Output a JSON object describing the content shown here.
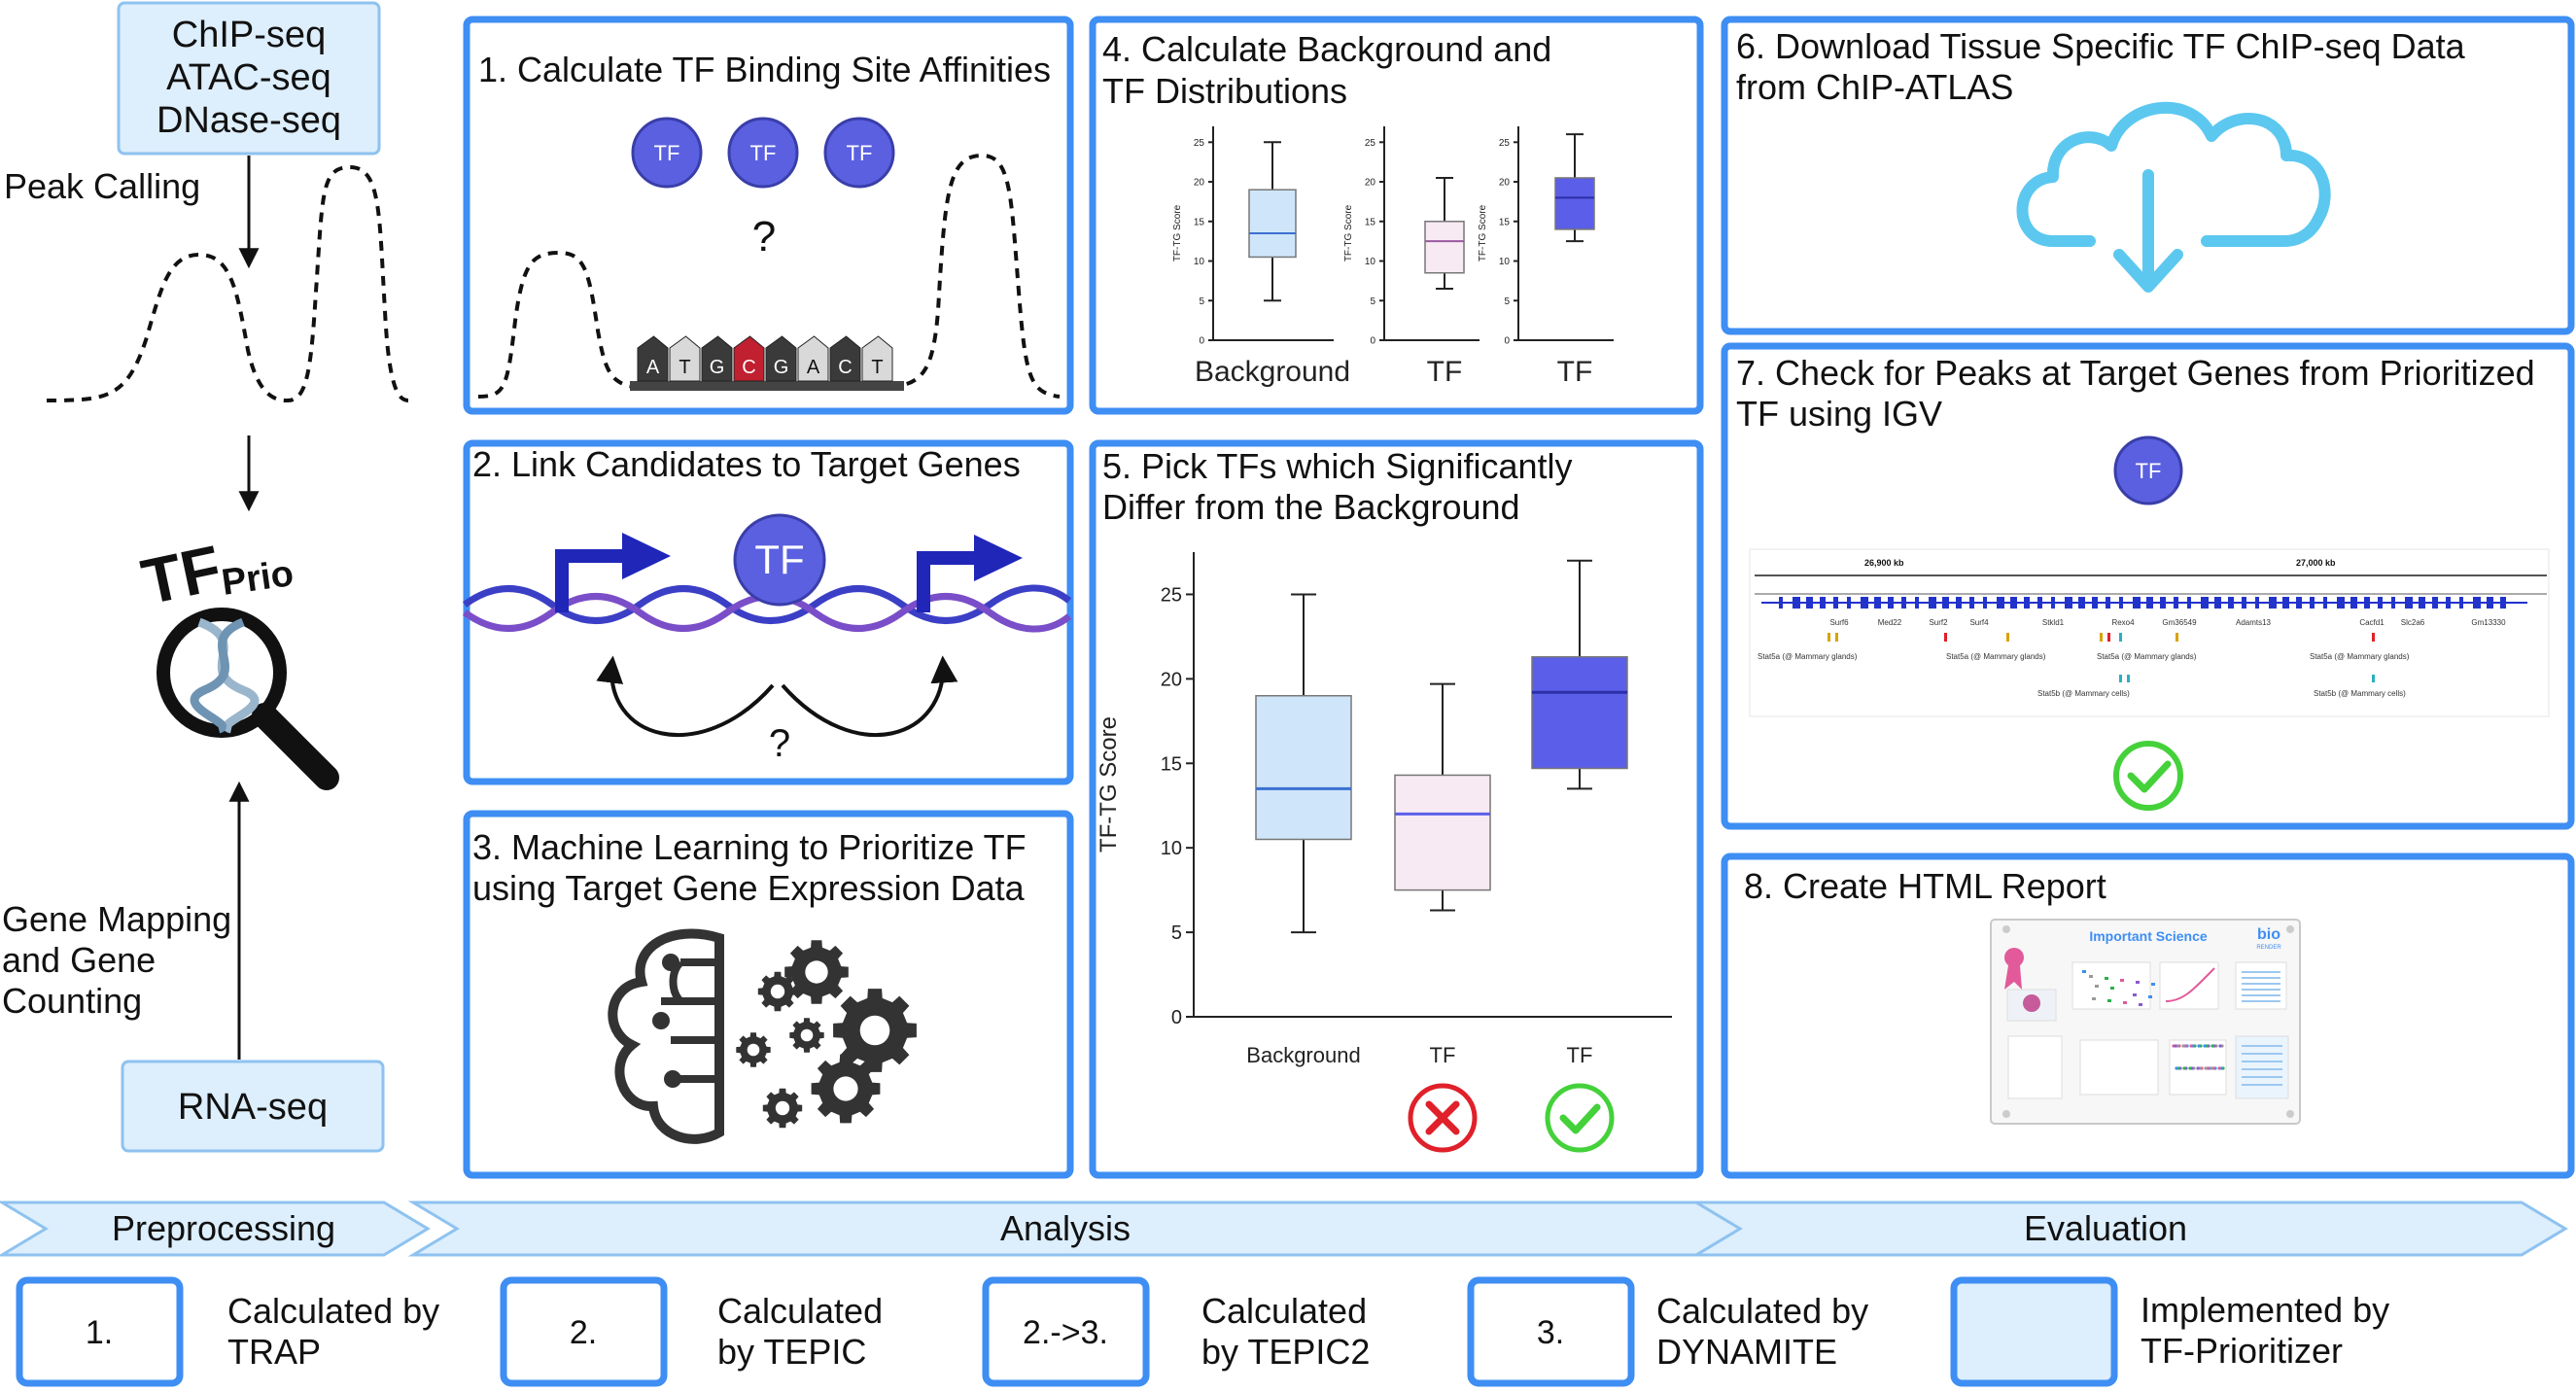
{
  "left": {
    "sources_top": [
      "ChIP-seq",
      "ATAC-seq",
      "DNase-seq"
    ],
    "peak_calling": "Peak Calling",
    "logo_text": "TF",
    "logo_sub": "Prio",
    "gene_mapping": [
      "Gene Mapping",
      "and Gene",
      "Counting"
    ],
    "rna_seq": "RNA-seq"
  },
  "panels": {
    "p1": {
      "title": "1. Calculate TF Binding Site Affinities",
      "tf": "TF",
      "question": "?",
      "bases": [
        "A",
        "T",
        "G",
        "C",
        "G",
        "A",
        "C",
        "T"
      ]
    },
    "p2": {
      "title": "2. Link Candidates to Target Genes",
      "tf": "TF",
      "question": "?"
    },
    "p3": {
      "title": [
        "3. Machine Learning to Prioritize TF",
        "using Target Gene Expression Data"
      ]
    },
    "p4": {
      "title": [
        "4. Calculate Background and",
        "TF Distributions"
      ],
      "ylabel": "TF-TG Score"
    },
    "p5": {
      "title": [
        "5. Pick TFs which Significantly",
        "Differ from the Background"
      ]
    },
    "p6": {
      "title": [
        "6. Download Tissue Specific TF ChIP-seq Data",
        "from ChIP-ATLAS"
      ]
    },
    "p7": {
      "title": [
        "7. Check for Peaks at Target Genes from Prioritized",
        "TF using IGV"
      ],
      "tf": "TF",
      "igv_scale": [
        "26,900 kb",
        "27,000 kb"
      ],
      "igv_genes": [
        "Surf6",
        "Med22",
        "Surf2",
        "Surf4",
        "Stkld1",
        "Rexo4",
        "Gm36549",
        "Adamts13",
        "Cacfd1",
        "Slc2a6",
        "Gm13330"
      ],
      "igv_tracks": [
        "Stat5a (@ Mammary glands)",
        "Stat5a (@ Mammary glands)",
        "Stat5a (@ Mammary glands)",
        "Stat5a (@ Mammary glands)",
        "Stat5b (@ Mammary cells)",
        "Stat5b (@ Mammary cells)"
      ]
    },
    "p8": {
      "title": "8. Create HTML Report",
      "report_heading": "Important Science",
      "report_logo": "bio",
      "report_logo_sub": "RENDER"
    }
  },
  "chart_data": [
    {
      "type": "box",
      "panel": "4",
      "ylabel": "TF-TG Score",
      "ylim": [
        0,
        27
      ],
      "yticks": [
        0,
        5,
        10,
        15,
        20,
        25
      ],
      "series": [
        {
          "label": "Background",
          "min": 5,
          "q1": 10.5,
          "median": 13.5,
          "q3": 19,
          "max": 25,
          "color": "#cfe6fa",
          "median_color": "#3b6fd0"
        },
        {
          "label": "TF",
          "min": 6.5,
          "q1": 8.5,
          "median": 12.5,
          "q3": 15,
          "max": 20.5,
          "color": "#f8eaf3",
          "median_color": "#9a5aa0"
        },
        {
          "label": "TF",
          "min": 12.5,
          "q1": 14,
          "median": 18,
          "q3": 20.5,
          "max": 26,
          "color": "#5b5ee8",
          "median_color": "#2c2fa8"
        }
      ]
    },
    {
      "type": "box",
      "panel": "5",
      "ylabel": "TF-TG Score",
      "ylim": [
        0,
        27.5
      ],
      "yticks": [
        0,
        5,
        10,
        15,
        20,
        25
      ],
      "series": [
        {
          "label": "Background",
          "min": 5,
          "q1": 10.5,
          "median": 13.5,
          "q3": 19,
          "max": 25,
          "color": "#cfe6fa",
          "median_color": "#3b6fd0",
          "verdict": ""
        },
        {
          "label": "TF",
          "min": 6.3,
          "q1": 7.5,
          "median": 12,
          "q3": 14.3,
          "max": 19.7,
          "color": "#f8eaf3",
          "median_color": "#5b5ee8",
          "verdict": "reject"
        },
        {
          "label": "TF",
          "min": 13.5,
          "q1": 14.7,
          "median": 19.2,
          "q3": 21.3,
          "max": 27,
          "color": "#5b5ee8",
          "median_color": "#2c2fa8",
          "verdict": "accept"
        }
      ]
    }
  ],
  "stages": {
    "preprocessing": "Preprocessing",
    "analysis": "Analysis",
    "evaluation": "Evaluation"
  },
  "legend": [
    {
      "box": "1.",
      "text": [
        "Calculated by",
        "TRAP"
      ]
    },
    {
      "box": "2.",
      "text": [
        "Calculated",
        "by TEPIC"
      ]
    },
    {
      "box": "2.->3.",
      "text": [
        "Calculated",
        "by TEPIC2"
      ]
    },
    {
      "box": "3.",
      "text": [
        "Calculated by",
        "DYNAMITE"
      ]
    },
    {
      "box": "",
      "text": [
        "Implemented by",
        "TF-Prioritizer"
      ]
    }
  ],
  "colors": {
    "panel_border": "#3e8ef3",
    "tf_circle": "#5a60e0",
    "accept": "#44d13a",
    "reject": "#e0202a",
    "cloud": "#5cc8ef"
  }
}
